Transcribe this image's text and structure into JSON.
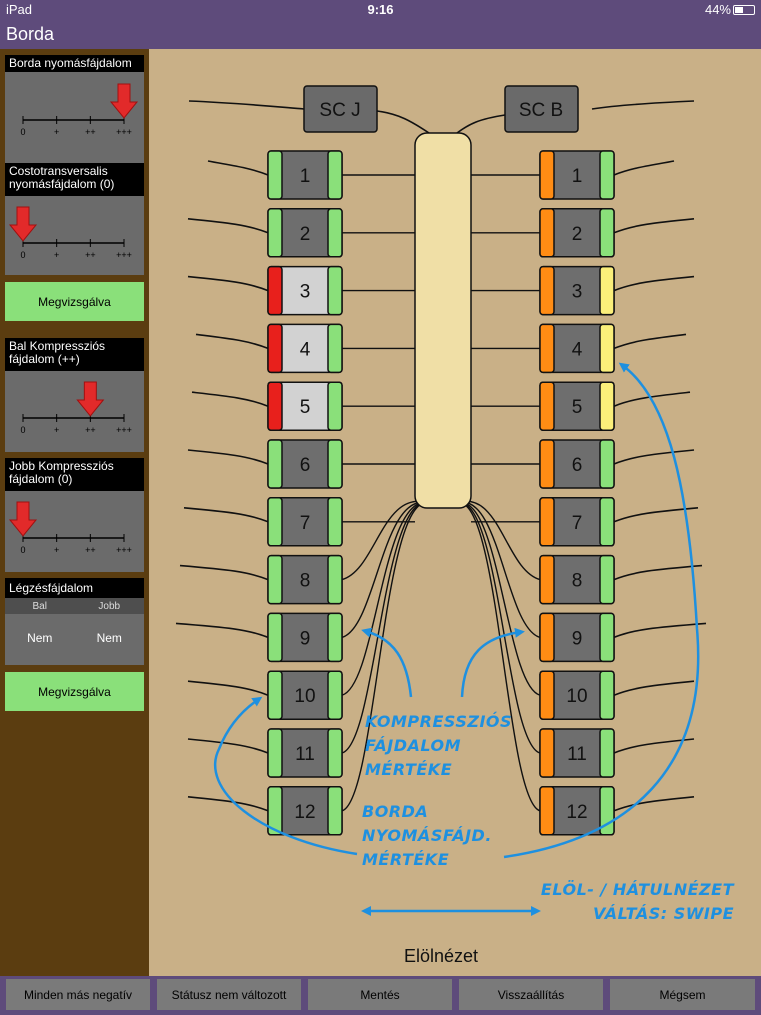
{
  "status_bar": {
    "device": "iPad",
    "time": "9:16",
    "battery": "44%",
    "battery_level": 0.44
  },
  "title": "Borda",
  "sidebar": {
    "rib_pressure_pain": {
      "title": "Borda nyomásfájdalom",
      "level": 3
    },
    "costotransversal_pain": {
      "title": "Costotransversalis nyomásfájdalom (0)",
      "level": 0
    },
    "examined_button_1": "Megvizsgálva",
    "left_compression_pain": {
      "title": "Bal Kompressziós fájdalom (++)",
      "level": 2
    },
    "right_compression_pain": {
      "title": "Jobb Kompressziós fájdalom (0)",
      "level": 0
    },
    "scale_ticks": [
      "0",
      "+",
      "++",
      "+++"
    ],
    "breathing_pain": {
      "title": "Légzésfájdalom",
      "col_left": "Bal",
      "col_right": "Jobb",
      "val_left": "Nem",
      "val_right": "Nem"
    },
    "examined_button_2": "Megvizsgálva"
  },
  "diagram": {
    "sc_left": "SC J",
    "sc_right": "SC B",
    "left_ribs": [
      {
        "num": "1",
        "compression": "green",
        "pressure": "green"
      },
      {
        "num": "2",
        "compression": "green",
        "pressure": "green"
      },
      {
        "num": "3",
        "compression": "red",
        "pressure": "green"
      },
      {
        "num": "4",
        "compression": "red",
        "pressure": "green"
      },
      {
        "num": "5",
        "compression": "red",
        "pressure": "green"
      },
      {
        "num": "6",
        "compression": "green",
        "pressure": "green"
      },
      {
        "num": "7",
        "compression": "green",
        "pressure": "green"
      },
      {
        "num": "8",
        "compression": "green",
        "pressure": "green"
      },
      {
        "num": "9",
        "compression": "green",
        "pressure": "green"
      },
      {
        "num": "10",
        "compression": "green",
        "pressure": "green"
      },
      {
        "num": "11",
        "compression": "green",
        "pressure": "green"
      },
      {
        "num": "12",
        "compression": "green",
        "pressure": "green"
      }
    ],
    "right_ribs": [
      {
        "num": "1",
        "compression": "orange",
        "pressure": "green"
      },
      {
        "num": "2",
        "compression": "orange",
        "pressure": "green"
      },
      {
        "num": "3",
        "compression": "orange",
        "pressure": "yellow"
      },
      {
        "num": "4",
        "compression": "orange",
        "pressure": "yellow"
      },
      {
        "num": "5",
        "compression": "orange",
        "pressure": "yellow"
      },
      {
        "num": "6",
        "compression": "orange",
        "pressure": "green"
      },
      {
        "num": "7",
        "compression": "orange",
        "pressure": "green"
      },
      {
        "num": "8",
        "compression": "orange",
        "pressure": "green"
      },
      {
        "num": "9",
        "compression": "orange",
        "pressure": "green"
      },
      {
        "num": "10",
        "compression": "orange",
        "pressure": "green"
      },
      {
        "num": "11",
        "compression": "orange",
        "pressure": "green"
      },
      {
        "num": "12",
        "compression": "orange",
        "pressure": "green"
      }
    ],
    "annotation_compression": [
      "KOMPRESSZIÓS",
      "FÁJDALOM",
      "MÉRTÉKE"
    ],
    "annotation_pressure": [
      "BORDA",
      "NYOMÁSFÁJD.",
      "MÉRTÉKE"
    ],
    "annotation_swipe": [
      "ELÖL- / HÁTULNÉZET",
      "VÁLTÁS: SWIPE"
    ],
    "view_label": "Elölnézet"
  },
  "footer": {
    "all_negative": "Minden más negatív",
    "status_unchanged": "Státusz nem változott",
    "save": "Mentés",
    "restore": "Visszaállítás",
    "cancel": "Mégsem"
  },
  "colors": {
    "header": "#5e4b7b",
    "sidebar": "#5b3d10",
    "canvas": "#c9b087",
    "sternum": "#f0dfa6",
    "green": "#8ae07a",
    "red": "#e8201c",
    "orange": "#ff8c14",
    "yellow": "#fbef7a",
    "annotation": "#1e90e0"
  }
}
